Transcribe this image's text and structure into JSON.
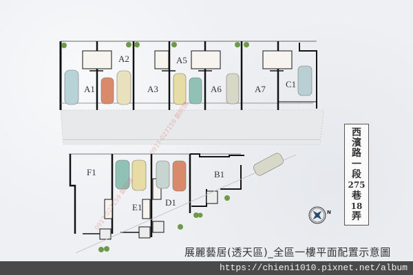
{
  "title": "展麗藝居(透天區)_全區一樓平面配置示意圖",
  "road_label": [
    "西",
    "濱",
    "路",
    "一",
    "段",
    "275",
    "巷",
    "18",
    "弄"
  ],
  "compass": {
    "north_label": "N"
  },
  "footer": {
    "url": "https://chieni1010.pixnet.net/album"
  },
  "watermark": "0917-027159 鄭阿姨",
  "units_top": [
    {
      "id": "A1"
    },
    {
      "id": "A2"
    },
    {
      "id": "A3"
    },
    {
      "id": "A5"
    },
    {
      "id": "A6"
    },
    {
      "id": "A7"
    },
    {
      "id": "C1"
    }
  ],
  "units_bottom": [
    {
      "id": "F1"
    },
    {
      "id": "E1"
    },
    {
      "id": "D1"
    },
    {
      "id": "B1"
    }
  ],
  "colors": {
    "wall": "#111111",
    "road": "#e9eaec",
    "car_blue": "#a9c9cf",
    "car_red": "#d98a6a",
    "car_yellow": "#e6dca4",
    "car_teal": "#8fc2b5",
    "tree": "#6e9a48",
    "footer_bg": "#4a4a4a"
  }
}
